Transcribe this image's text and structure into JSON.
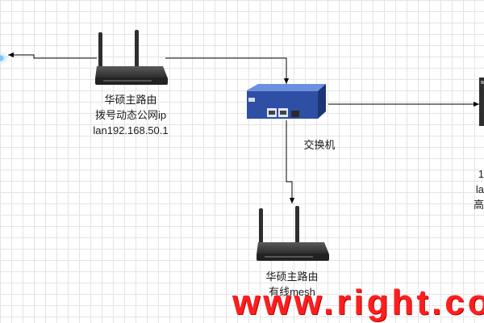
{
  "diagram": {
    "router_main": {
      "name": "华硕主路由",
      "desc": "拨号动态公网ip",
      "ip": "lan192.168.50.1"
    },
    "switch": {
      "name": "交换机"
    },
    "router_mesh": {
      "name": "华硕主路由",
      "desc": "有线mesh"
    },
    "right_node": {
      "line1": "1",
      "line2": "la",
      "line3": "高"
    }
  },
  "watermark": {
    "text": "www.right.com"
  },
  "colors": {
    "router_body": "#3b3b3b",
    "switch_body": "#2e4fa3",
    "connector": "#000000",
    "watermark": "#ff1e1e",
    "grid": "#e4e4e4"
  }
}
